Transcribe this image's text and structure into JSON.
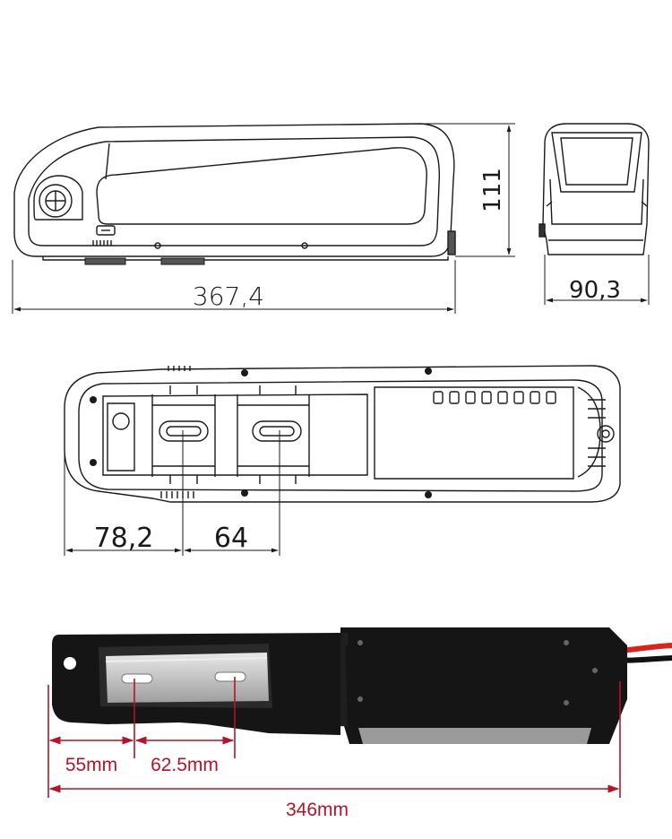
{
  "top_view": {
    "length_label": "367,4",
    "height_label": "111",
    "width_label": "90,3"
  },
  "middle_view": {
    "offset_label": "78,2",
    "spacing_label": "64"
  },
  "photo": {
    "offset_label": "55mm",
    "spacing_label": "62.5mm",
    "length_label": "346mm"
  },
  "colors": {
    "line": "#1a1a1a",
    "dimension_red": "#b0152b",
    "battery_black": "#151515",
    "rail_silver": "#c9c9c9",
    "wire_red": "#d8261c"
  }
}
